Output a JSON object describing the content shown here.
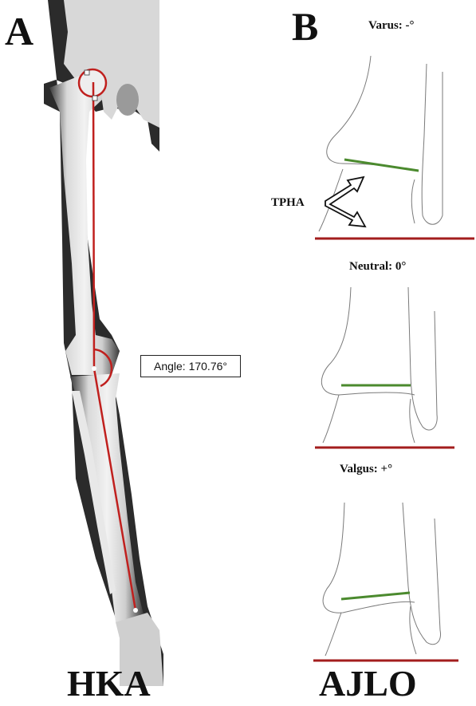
{
  "panel_a": {
    "letter": "A",
    "caption": "HKA",
    "angle_label": "Angle: 170.76°",
    "axis_color": "#c0201e"
  },
  "panel_b": {
    "letter": "B",
    "caption": "AJLO",
    "tpha_label": "TPHA",
    "joint_line_color": "#4b8a2e",
    "ground_color": "#a31d1d",
    "examples": [
      {
        "label": "Varus: -°"
      },
      {
        "label": "Neutral: 0°"
      },
      {
        "label": "Valgus: +°"
      }
    ]
  }
}
